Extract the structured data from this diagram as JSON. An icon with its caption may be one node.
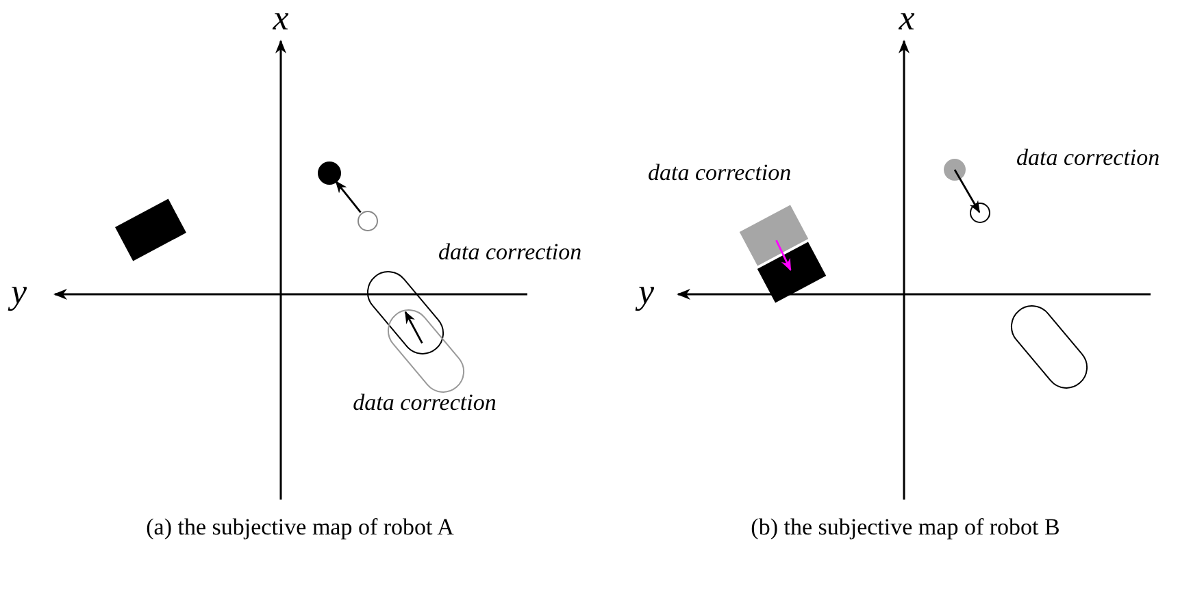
{
  "diagram": {
    "nodes": [
      {
        "text": [],
        "shape": "box"
      },
      {
        "text": [],
        "shape": "circle"
      },
      {
        "text": [],
        "shape": "circle"
      },
      {
        "text": [],
        "shape": "capsule"
      },
      {
        "text": [],
        "shape": "capsule"
      },
      {
        "text": [],
        "shape": "box"
      },
      {
        "text": [],
        "shape": "box"
      },
      {
        "text": [],
        "shape": "circle"
      },
      {
        "text": [],
        "shape": "circle"
      },
      {
        "text": [],
        "shape": "capsule"
      }
    ],
    "edges": [
      {
        "from": 2,
        "to": 1,
        "arrow": "to"
      },
      {
        "from": 4,
        "to": 3,
        "arrow": "to"
      },
      {
        "from": 5,
        "to": 6,
        "arrow": "to",
        "color": "#ff00ff"
      },
      {
        "from": 7,
        "to": 8,
        "arrow": "to"
      }
    ],
    "labels": [
      "x",
      "y",
      "data correction",
      "data correction",
      "x",
      "y",
      "data correction",
      "data correction",
      "(a) the subjective map of robot A",
      "(b) the subjective map of robot B"
    ]
  }
}
